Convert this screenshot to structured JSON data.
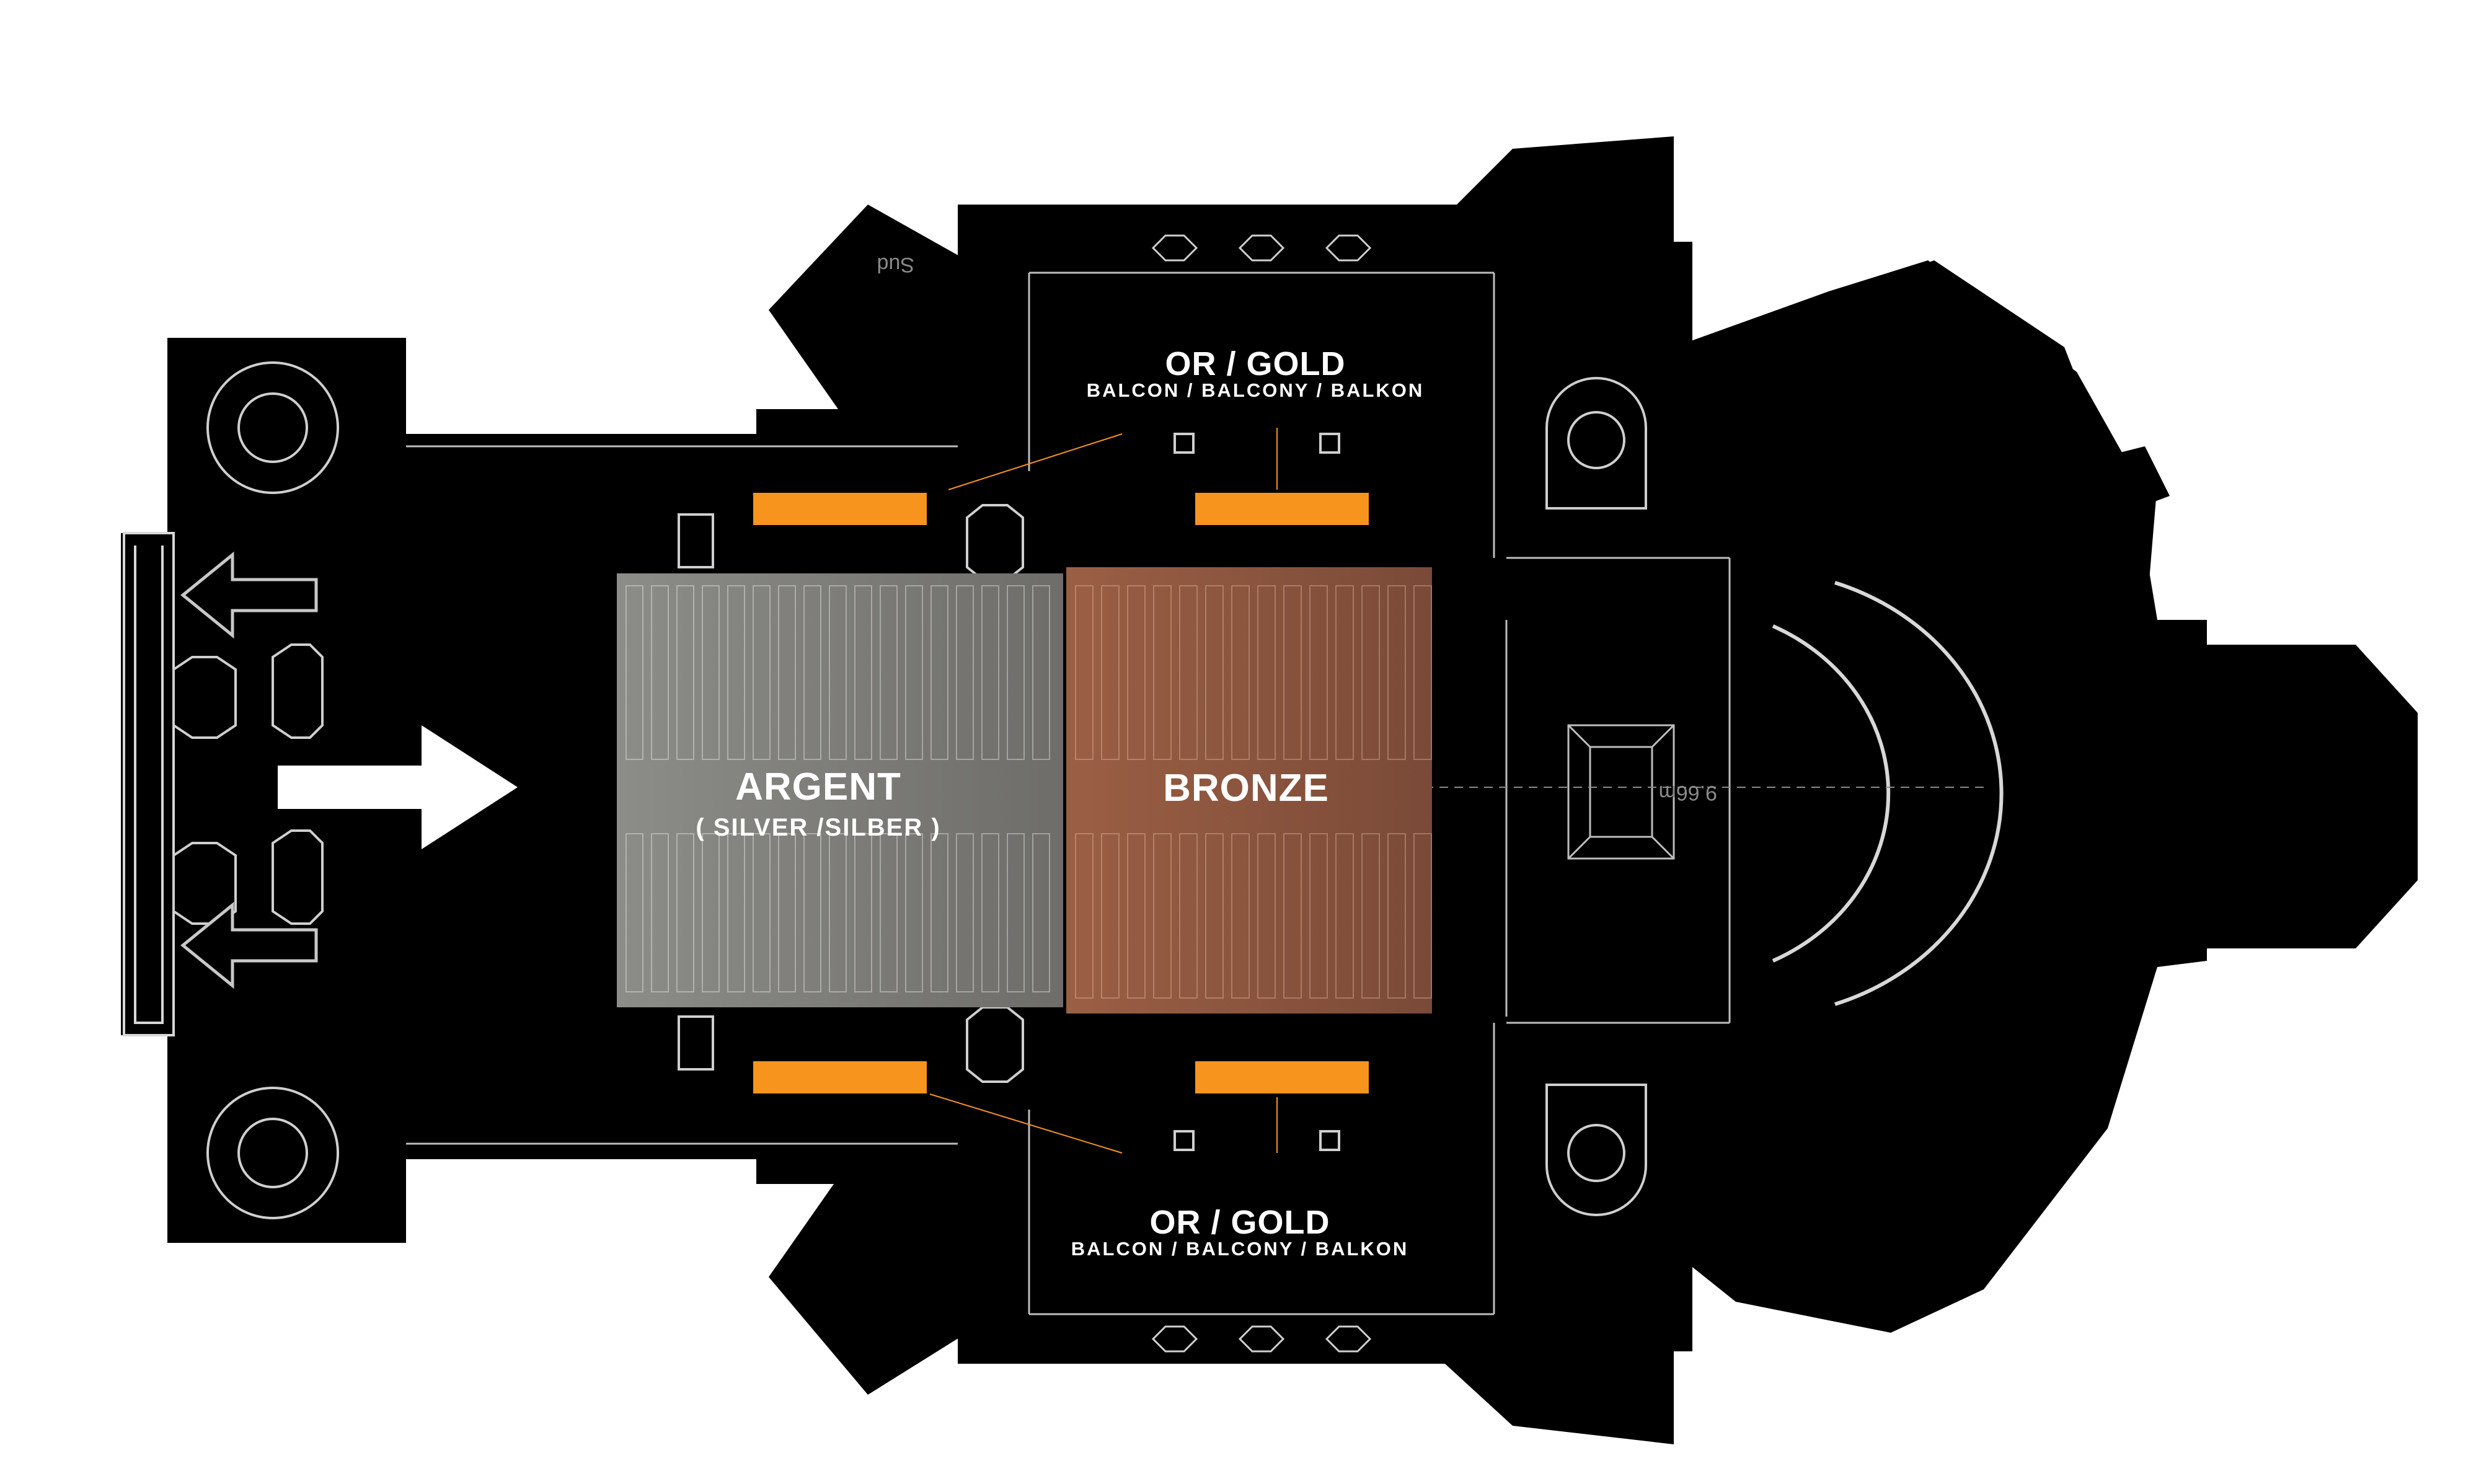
{
  "zones": {
    "silver": {
      "name": "ARGENT",
      "sub": "( SILVER /SILBER )",
      "color": "#8a8a86"
    },
    "bronze": {
      "name": "BRONZE",
      "color": "#a0624a"
    },
    "gold_top": {
      "name": "OR / GOLD",
      "sub": "BALCON / BALCONY / BALKON",
      "color": "#f7941d"
    },
    "gold_bottom": {
      "name": "OR / GOLD",
      "sub": "BALCON / BALCONY / BALKON",
      "color": "#f7941d"
    }
  },
  "labels": {
    "stair_mark": "Sud",
    "dimension": "9.66m"
  },
  "colors": {
    "building": "#000000",
    "line": "#d8d8d8",
    "background": "#ffffff"
  }
}
